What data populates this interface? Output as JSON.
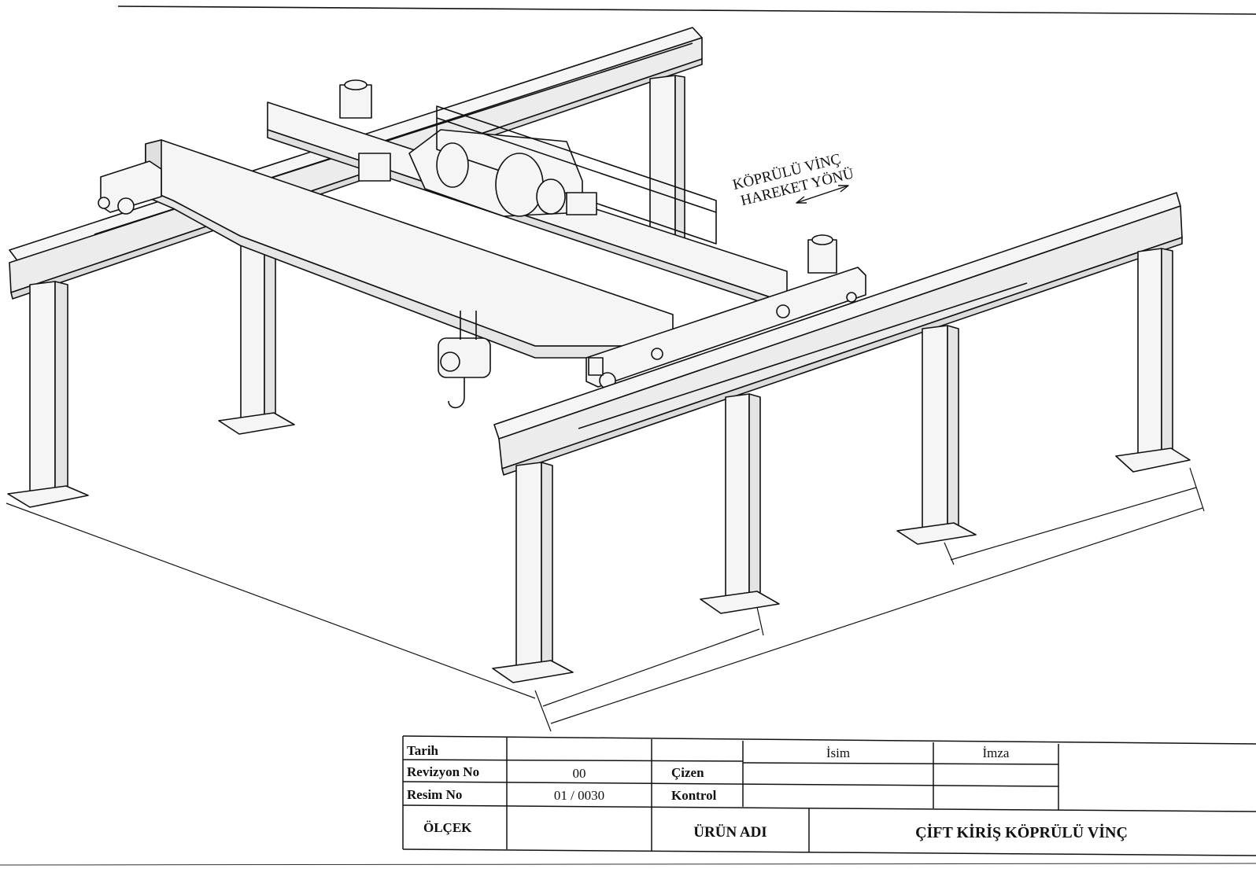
{
  "direction_label": {
    "line1": "KÖPRÜLÜ VİNÇ",
    "line2": "HAREKET YÖNÜ"
  },
  "title_block": {
    "tarih_label": "Tarih",
    "revizyon_label": "Revizyon No",
    "revizyon_value": "00",
    "resim_label": "Resim No",
    "resim_value": "01 / 0030",
    "isim_header": "İsim",
    "imza_header": "İmza",
    "cizen_label": "Çizen",
    "kontrol_label": "Kontrol",
    "olcek_label": "ÖLÇEK",
    "urun_adi_label": "ÜRÜN ADI",
    "urun_adi_value": "ÇİFT KİRİŞ KÖPRÜLÜ VİNÇ"
  },
  "colors": {
    "line": "#111111",
    "paper": "#ffffff",
    "fill": "#f4f4f4"
  }
}
